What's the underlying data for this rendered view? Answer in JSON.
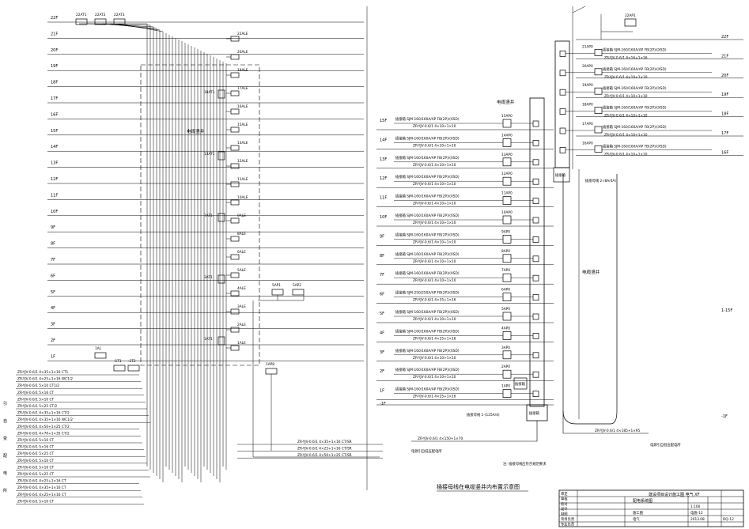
{
  "left": {
    "floors": [
      "22F",
      "21F",
      "20F",
      "19F",
      "18F",
      "17F",
      "16F",
      "15F",
      "14F",
      "13F",
      "12F",
      "11F",
      "10F",
      "9F",
      "8F",
      "7F",
      "6F",
      "5F",
      "4F",
      "3F",
      "2F",
      "1F"
    ],
    "top_boxes": [
      "22AT1",
      "22AT2",
      "22AT3"
    ],
    "floor_boxes": [
      "22ALE",
      "20ALE",
      "19ALE",
      "17ALE",
      "16ALE",
      "15ALE",
      "14ALE",
      "12ALE",
      "11ALE",
      "10ALE",
      "9ALE",
      "8ALE",
      "6ALE",
      "5ALE",
      "4ALE",
      "3ALE",
      "2ALE",
      "1ALE"
    ],
    "riser_boxes": [
      "18AT1",
      "13AT1",
      "7AT1",
      "3AT1",
      "1AT1"
    ],
    "label_cable_shaft": "电缆竖井",
    "basement_boxes": [
      "1AL",
      "-1T1",
      "-1T2"
    ],
    "right_boxes": [
      "5AP1",
      "5AP2",
      "1AP8"
    ],
    "side_title": [
      "引",
      "自",
      "变",
      "配",
      "电",
      "所"
    ],
    "incoming_cables": [
      "ZR-YJV-0.6/1 4×35+1×16 CT1",
      "ZR-YJV-0.6/1 4×25+1×16 WC1/2",
      "ZR-YJV-0.6/1 5×10 CT1/2",
      "ZR-YJV-0.6/1 5×16 CT",
      "ZR-YJV-0.6/1 5×10 CT",
      "ZR-YJV-0.6/1 5×25 CT/2",
      "ZR-YJV-0.6/1 4×35+1×16 CT/2",
      "ZR-YJV-0.6/1 4×35+1×16 WC1/2",
      "ZR-YJV-0.6/1 4×50+1×25 CT/2",
      "ZR-YJV-0.6/1 4×70+1×35 CT/2",
      "ZR-YJV-0.6/1 5×10 CT",
      "ZR-YJV-0.6/1 5×16 CT",
      "ZR-YJV-0.6/1 5×25 CT",
      "ZR-YJV-0.6/1 5×10 CT",
      "ZR-YJV-0.6/1 5×16 CT",
      "ZR-YJV-0.6/1 5×25 CT",
      "ZR-YJV-0.6/1 4×25+1×16 CT",
      "ZR-YJV-0.6/1 4×35+1×16 CT",
      "ZR-YJV-0.6/1 4×25+1×16 CT",
      "ZR-YJV-0.6/1 5×10 CT"
    ],
    "bottom_cables": [
      "ZR-YJV-0.6/1 4×35+1×16 CT/SR",
      "ZR-YJV-0.6/1 4×25+1×16 CT/SR",
      "ZR-YJV-0.6/1 4×50+1×25 CT/SR"
    ]
  },
  "right": {
    "floors_left": [
      "15F",
      "14F",
      "13F",
      "12F",
      "11F",
      "10F",
      "9F",
      "8F",
      "7F",
      "6F",
      "5F",
      "4F",
      "3F",
      "2F",
      "1F"
    ],
    "floors_left_boxes": [
      "15AP0",
      "14AP0",
      "13AP0",
      "12AP0",
      "11AP0",
      "10AP0",
      "9AP0",
      "8AP0",
      "7AP0",
      "6AP0",
      "5AP0",
      "4AP0",
      "3AP0",
      "2AP0",
      "1AP0"
    ],
    "busway_left": [
      "插接箱 SJM-160/160A/AP FB(2P)/(XSD)",
      "插接箱 SJM-160/160A/AP FB(2P)/(XSD)",
      "插接箱 SJM-160/160A/AP FB(2P)/(XSD)",
      "插接箱 SJM-160/160A/AP FB(2P)/(XSD)",
      "插接箱 SJM-160/160A/AP FB(2P)/(XSD)",
      "插接箱 SJM-160/160A/AP FB(2P)/(XSD)",
      "插接箱 SJM-160/160A/AP FB(2P)/(XSD)",
      "插接箱 SJM-160/160A/AP FB(2P)/(XSD)",
      "插接箱 SJM-160/160A/AP FB(2P)/(XSD)",
      "插接箱 SJM-250/250A/AP FB(2P)/(XSD)",
      "插接箱 SJM-160/160A/AP FB(2P)/(XSD)",
      "插接箱 SJM-160/160A/AP FB(2P)/(XSD)",
      "插接箱 SJM-160/160A/AP FB(2P)/(XSD)",
      "插接箱 SJM-160/160A/AP FB(2P)/(XSD)",
      "插接箱 SJM-160/160A/AP FB(2P)/(XSD)"
    ],
    "cable_left": [
      "ZR-YJV-0.6/1 4×10+1×10",
      "ZR-YJV-0.6/1 4×10+1×10",
      "ZR-YJV-0.6/1 4×10+1×10",
      "ZR-YJV-0.6/1 4×10+1×10",
      "ZR-YJV-0.6/1 4×10+1×10",
      "ZR-YJV-0.6/1 4×10+1×10",
      "ZR-YJV-0.6/1 4×10+1×10",
      "ZR-YJV-0.6/1 4×10+1×10",
      "ZR-YJV-0.6/1 4×10+1×10",
      "ZR-YJV-0.6/1 4×35+1×16",
      "ZR-YJV-0.6/1 4×10+1×10",
      "ZR-YJV-0.6/1 4×25+1×16",
      "ZR-YJV-0.6/1 4×10+1×10",
      "ZR-YJV-0.6/1 4×10+1×10",
      "ZR-YJV-0.6/1 4×25+1×16"
    ],
    "floors_right": [
      "22F",
      "21F",
      "20F",
      "19F",
      "18F",
      "17F",
      "16F",
      "1-15F"
    ],
    "floors_right_boxes": [
      "21AP0",
      "20AP0",
      "19AP0",
      "18AP0",
      "17AP0",
      "16AP0"
    ],
    "busway_right": [
      "插接箱 SJM-160/160A/AP FB(2P)/(XSD)",
      "插接箱 SJM-160/160A/AP FB(2P)/(XSD)",
      "插接箱 SJM-160/160A/AP FB(2P)/(XSD)",
      "插接箱 SJM-160/160A/AP FB(2P)/(XSD)",
      "插接箱 SJM-160/160A/AP FB(2P)/(XSD)",
      "插接箱 SJM-160/160A/AP FB(2P)/(XSD)"
    ],
    "cable_right": [
      "ZR-YJV-0.6/1 4×16+1×16",
      "ZR-YJV-0.6/1 4×10+1×10",
      "ZR-YJV-0.6/1 4×10+1×10",
      "ZR-YJV-0.6/1 4×10+1×10",
      "ZR-YJV-0.6/1 4×10+1×10",
      "ZR-YJV-0.6/1 4×10+1×10"
    ],
    "top_box": "22AP1",
    "shaft_label_left": "电缆竖井",
    "shaft_label_center": "电缆竖井",
    "busway_box_left": "插接箱",
    "busway_box_mid": "插接箱",
    "busway_box_top": "插接箱",
    "busway_spec_top": "插接母线 2-(8A/4A)",
    "busway_spec_left": "插接母线 1-(125A/4)",
    "bottom_floor": "-1F",
    "bottom_cable_left": "ZR-YJV-0.6/1 4×150+1×70",
    "bottom_cable_right": "ZR-YJV-0.6/1 4×185+1×95",
    "source_left": "电源引自低压配电所",
    "source_right": "电源引自低压配电所",
    "note_center": "注: 插接母线应符合规范要求",
    "diagram_title": "插接母线在电缆竖井内布置示意图"
  },
  "title_block": {
    "project": "建设项目设计施工图 电气 XF",
    "drawing_name": "配电系统图",
    "labels": [
      "审定",
      "审核",
      "校对",
      "设计",
      "制图",
      "项目负责",
      "专业负责"
    ],
    "stage": "施工图",
    "discipline": "电气",
    "scale": "1:100",
    "sheet": "电施-12",
    "date": "2013.08",
    "no": "DQ-12"
  }
}
